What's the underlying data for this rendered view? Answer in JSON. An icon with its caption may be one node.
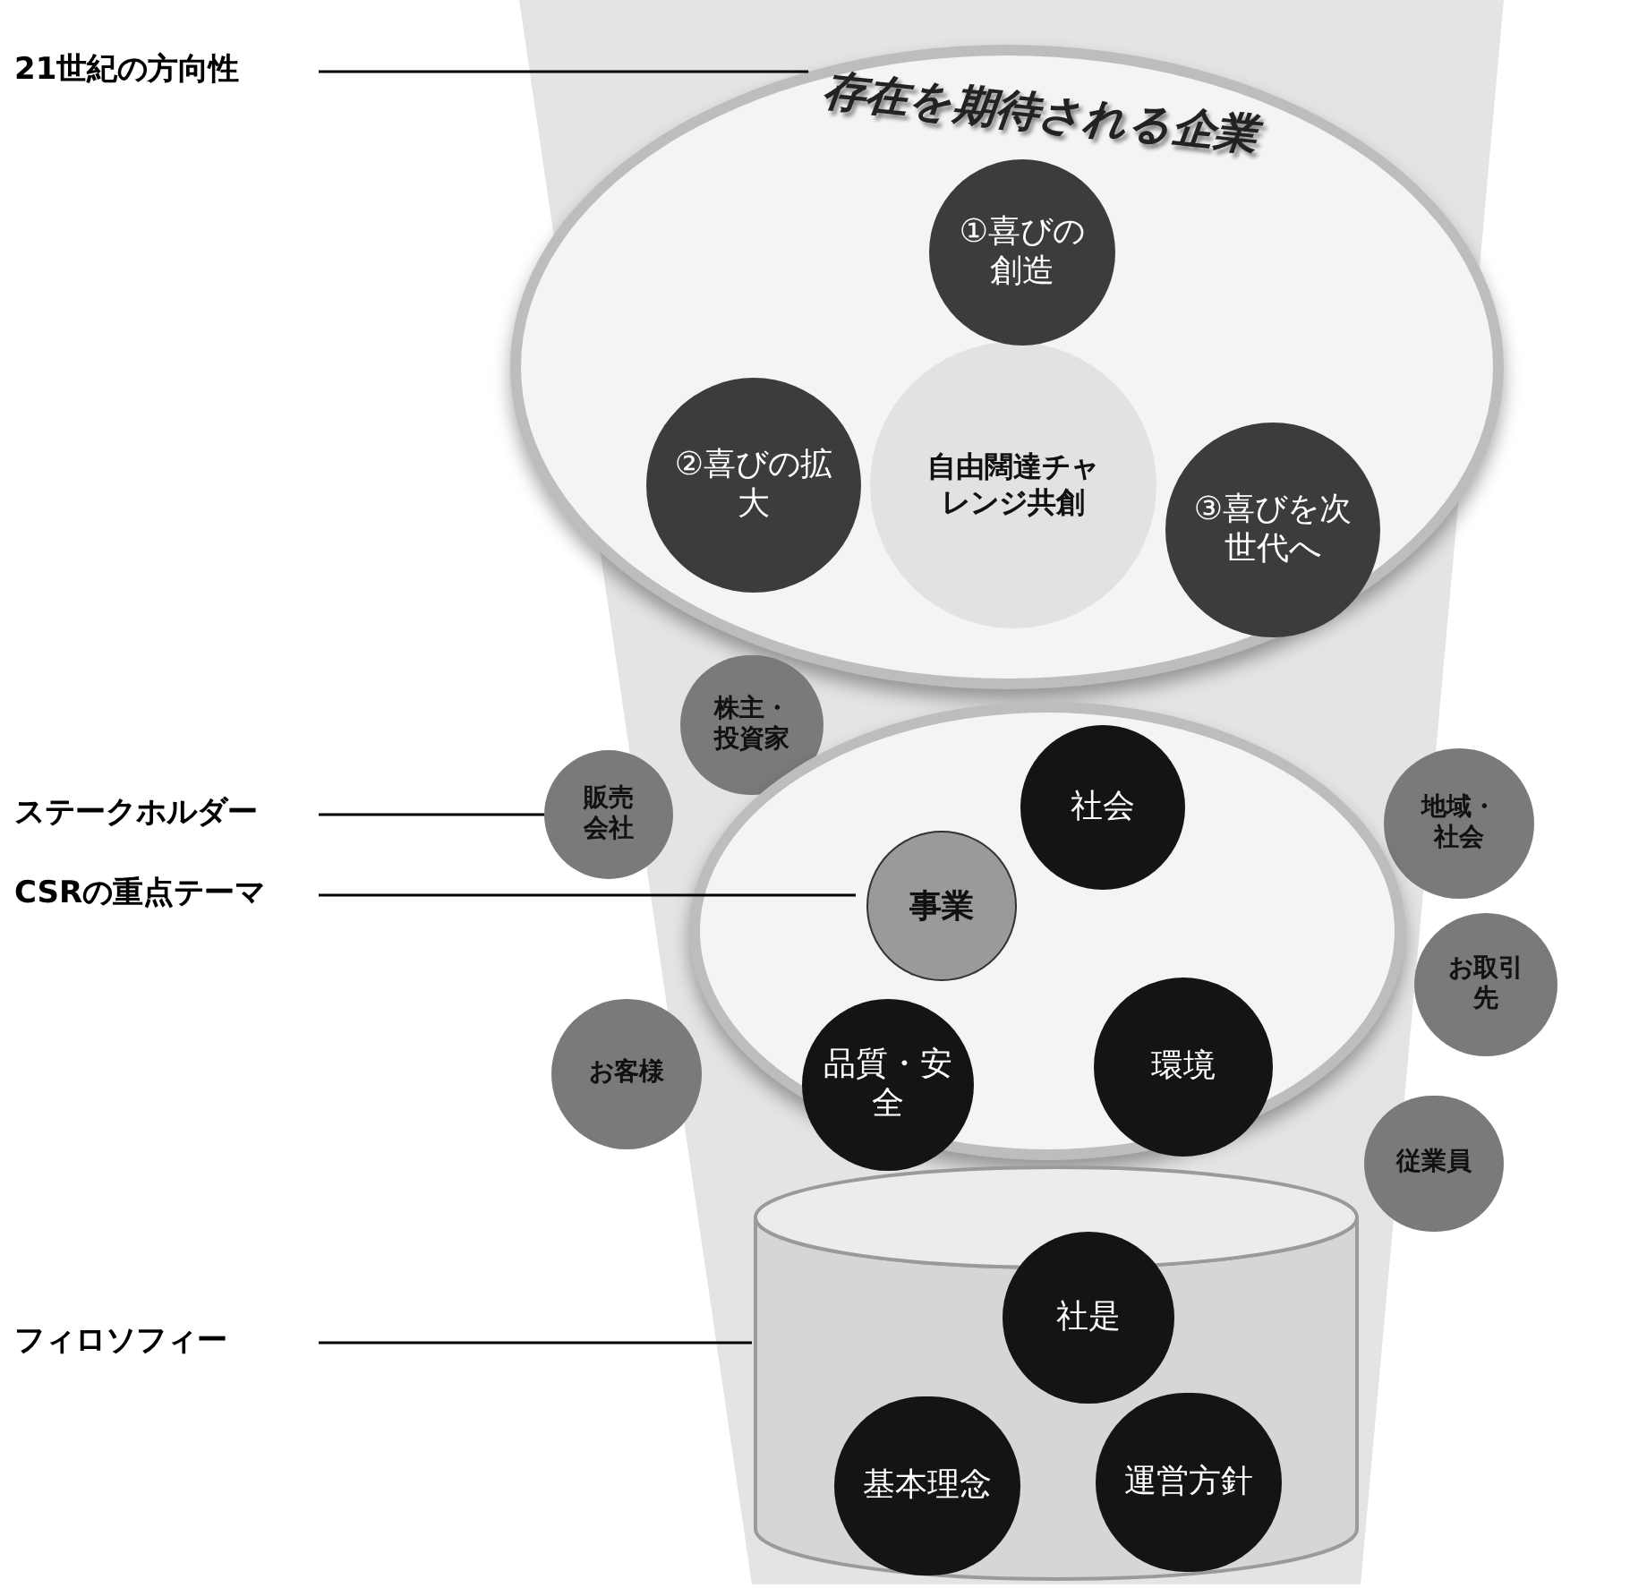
{
  "diagram": {
    "nodes": [
      {
        "text": [
          "21世紀の方向性"
        ]
      },
      {
        "text": [
          "存在を期待される企業"
        ]
      },
      {
        "text": [
          "自由闊達チャレンジ共創"
        ],
        "in": 1
      },
      {
        "text": [
          "①喜びの創造"
        ],
        "in": 1
      },
      {
        "text": [
          "②喜びの拡大"
        ],
        "in": 1
      },
      {
        "text": [
          "③喜びを次世代へ"
        ],
        "in": 1
      },
      {
        "text": [
          "ステークホルダー"
        ]
      },
      {
        "text": [
          "CSRの重点テーマ"
        ]
      },
      {
        "text": [
          "株主・投資家"
        ]
      },
      {
        "text": [
          "販売会社"
        ]
      },
      {
        "text": [
          "地域・社会"
        ]
      },
      {
        "text": [
          "お取引先"
        ]
      },
      {
        "text": [
          "お客様"
        ]
      },
      {
        "text": [
          "従業員"
        ]
      },
      {
        "text": [],
        "shape": "circle"
      },
      {
        "text": [
          "事業"
        ],
        "in": 14
      },
      {
        "text": [
          "社会"
        ],
        "in": 14
      },
      {
        "text": [
          "品質・安全"
        ],
        "in": 14
      },
      {
        "text": [
          "環境"
        ],
        "in": 14
      },
      {
        "text": [
          "フィロソフィー"
        ]
      },
      {
        "text": [],
        "shape": "cylinder"
      },
      {
        "text": [
          "社是"
        ],
        "in": 20
      },
      {
        "text": [
          "基本理念"
        ],
        "in": 20
      },
      {
        "text": [
          "運営方針"
        ],
        "in": 20
      }
    ],
    "edges": [
      {
        "from": 0,
        "to": 1,
        "arrow": "none"
      },
      {
        "from": 6,
        "to": 9,
        "arrow": "none"
      },
      {
        "from": 7,
        "to": 15,
        "arrow": "none"
      },
      {
        "from": 19,
        "to": 20,
        "arrow": "none"
      }
    ]
  }
}
